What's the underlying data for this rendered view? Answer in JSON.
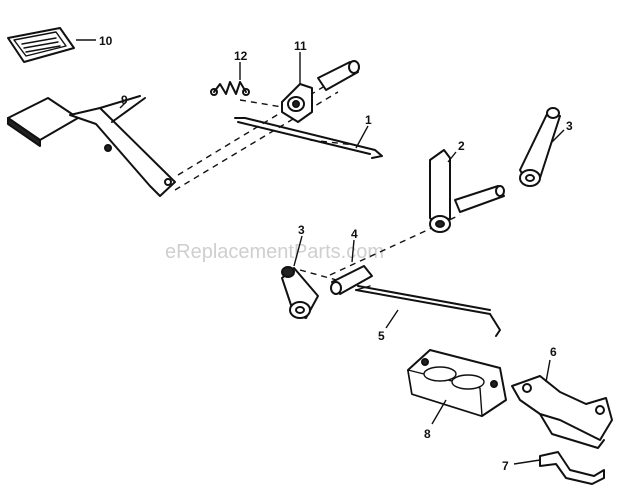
{
  "watermark": "eReplacementParts.com",
  "callouts": {
    "p1": "1",
    "p2": "2",
    "p3a": "3",
    "p3b": "3",
    "p4": "4",
    "p5": "5",
    "p6": "6",
    "p7": "7",
    "p8": "8",
    "p9": "9",
    "p10": "10",
    "p11": "11",
    "p12": "12"
  }
}
